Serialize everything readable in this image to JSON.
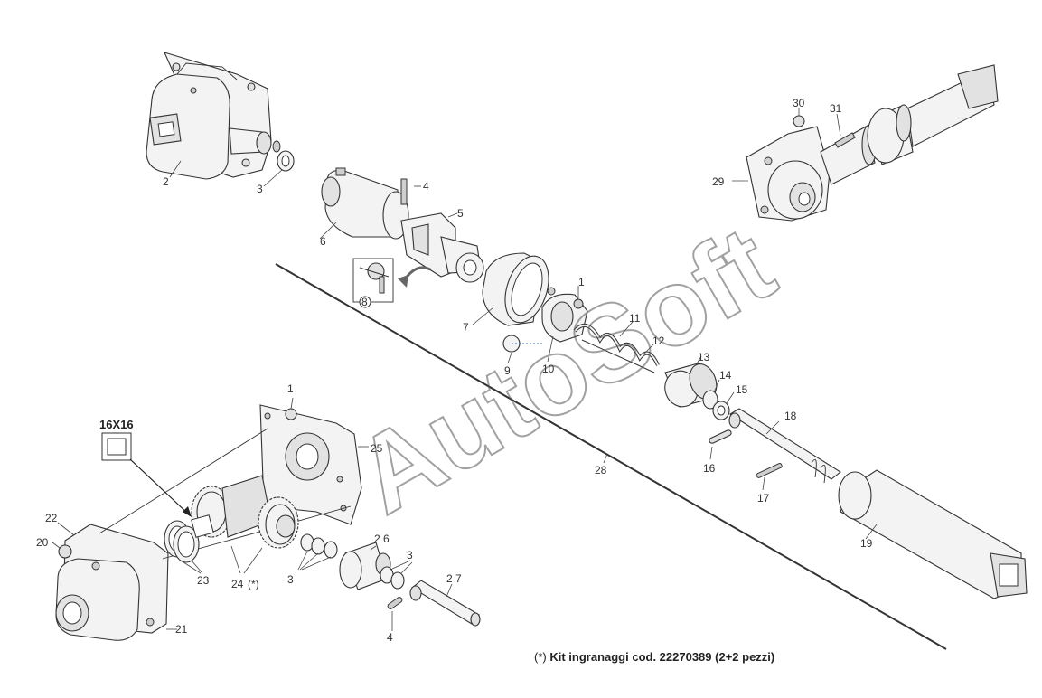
{
  "watermark": "AutoSoft",
  "footnote": {
    "marker": "(*)",
    "text": "Kit ingranaggi cod. 22270389 (2+2 pezzi)"
  },
  "size_label": "16X16",
  "callouts": {
    "p1a": "1",
    "p1b": "1",
    "p2": "2",
    "p3a": "3",
    "p3b": "3",
    "p3c": "3",
    "p4a": "4",
    "p4b": "4",
    "p5": "5",
    "p6": "6",
    "p7": "7",
    "p8": "8",
    "p9": "9",
    "p10": "10",
    "p11": "11",
    "p12": "12",
    "p13": "13",
    "p14": "14",
    "p15": "15",
    "p16": "16",
    "p17": "17",
    "p18": "18",
    "p19": "19",
    "p20": "20",
    "p21": "21",
    "p22": "22",
    "p23": "23",
    "p24": "24",
    "p24_mark": "(*)",
    "p25": "25",
    "p26": "2 6",
    "p27": "2 7",
    "p28": "28",
    "p29": "29",
    "p30": "30",
    "p31": "31"
  }
}
